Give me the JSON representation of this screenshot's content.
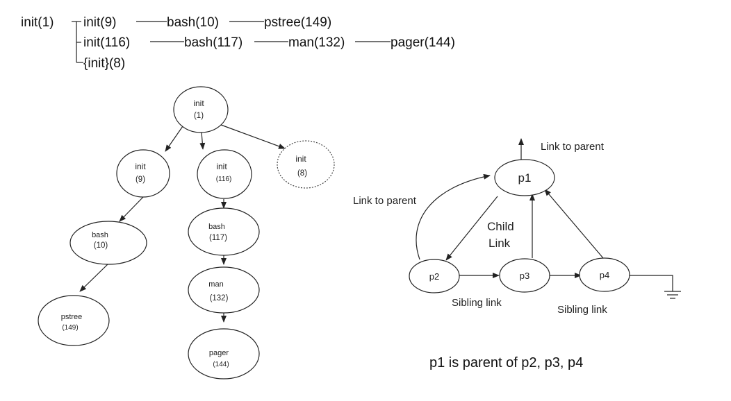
{
  "pstree_text": {
    "root": "init(1)",
    "row1": [
      "init(9)",
      "bash(10)",
      "pstree(149)"
    ],
    "row2": [
      "init(116)",
      "bash(117)",
      "man(132)",
      "pager(144)"
    ],
    "row3": [
      "{init}(8)"
    ]
  },
  "tree": {
    "nodes": [
      {
        "id": "init1",
        "name": "init",
        "pid": "(1)"
      },
      {
        "id": "init9",
        "name": "init",
        "pid": "(9)"
      },
      {
        "id": "init116",
        "name": "init",
        "pid": "(116)"
      },
      {
        "id": "init8",
        "name": "init",
        "pid": "(8)"
      },
      {
        "id": "bash10",
        "name": "bash",
        "pid": "(10)"
      },
      {
        "id": "bash117",
        "name": "bash",
        "pid": "(117)"
      },
      {
        "id": "pstree149",
        "name": "pstree",
        "pid": "(149)"
      },
      {
        "id": "man132",
        "name": "man",
        "pid": "(132)"
      },
      {
        "id": "pager144",
        "name": "pager",
        "pid": "(144)"
      }
    ]
  },
  "links": {
    "p1": "p1",
    "p2": "p2",
    "p3": "p3",
    "p4": "p4",
    "link_to_parent_top": "Link to parent",
    "link_to_parent_left": "Link to parent",
    "child_link_line1": "Child",
    "child_link_line2": "Link",
    "sibling_link_1": "Sibling link",
    "sibling_link_2": "Sibling link",
    "caption": "p1 is parent of p2, p3, p4"
  }
}
